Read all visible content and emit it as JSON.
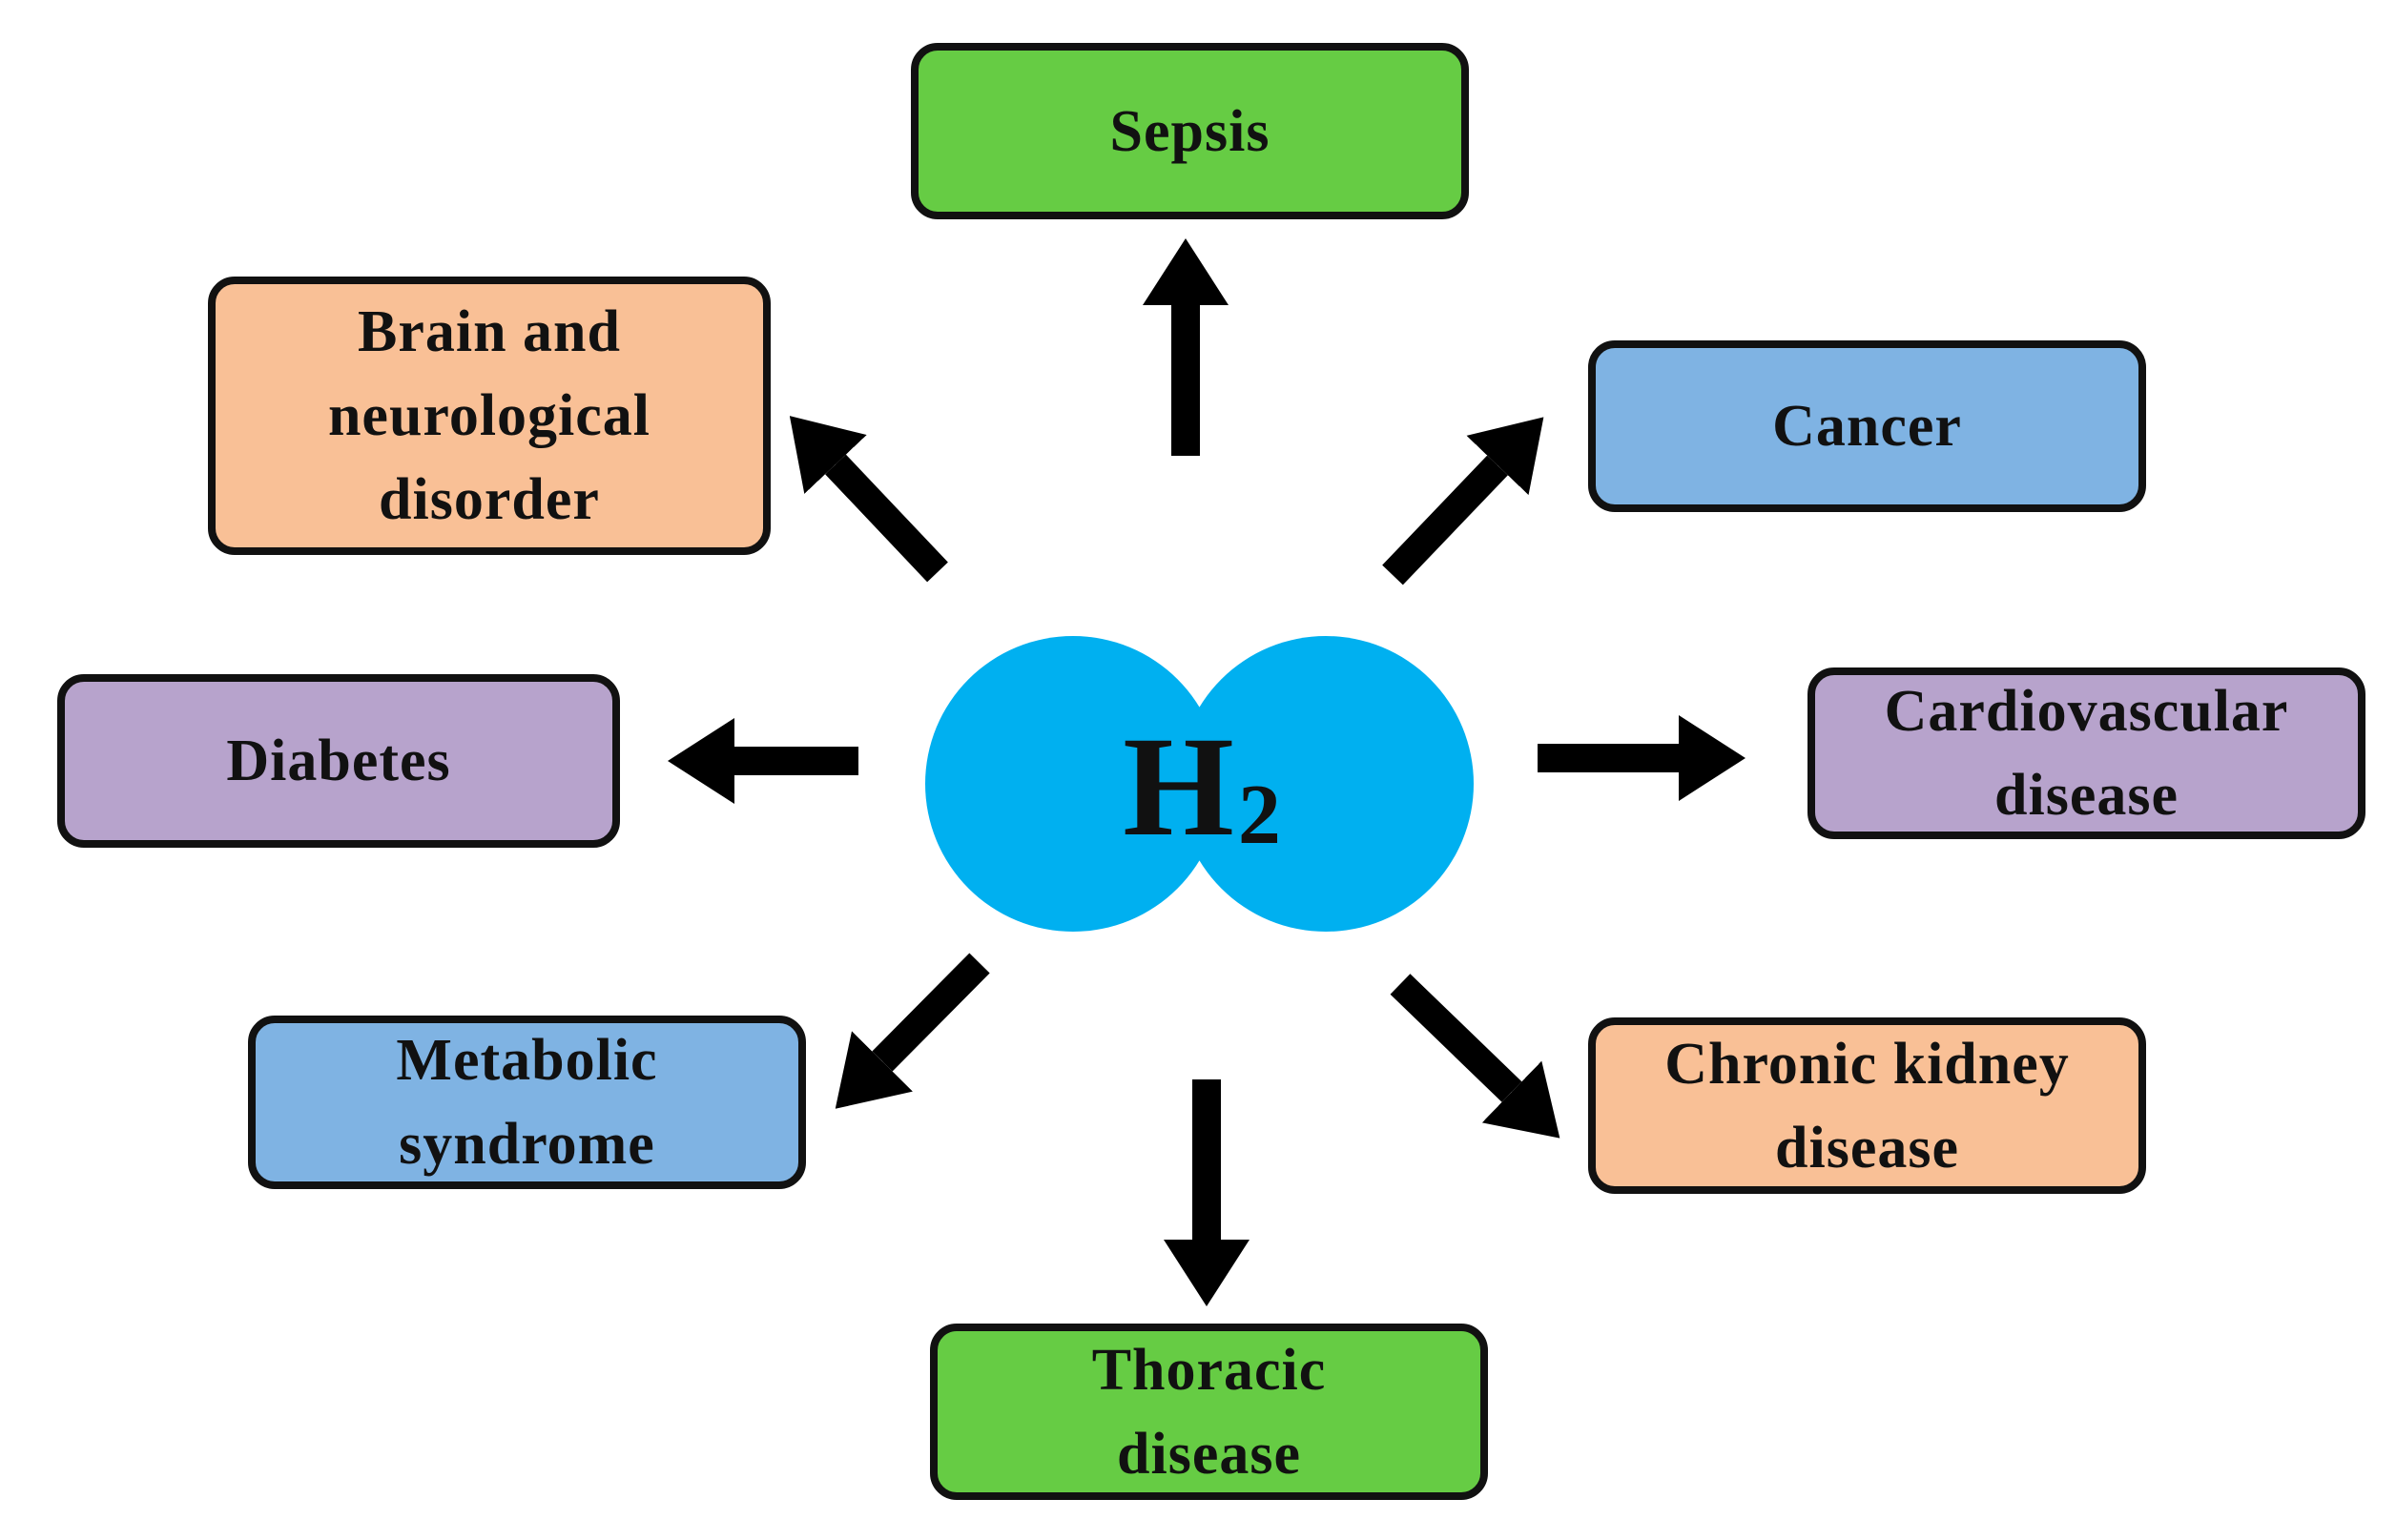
{
  "center": {
    "element": "H",
    "subscript": "2",
    "color": "#00b0f0"
  },
  "colors": {
    "green": "#66cc44",
    "orange": "#f9c096",
    "blue": "#7fb3e3",
    "purple": "#b7a3cc",
    "outline": "#111111",
    "arrow": "#000000"
  },
  "nodes": {
    "sepsis": "Sepsis",
    "cancer": "Cancer",
    "cardiovascular": "Cardiovascular\ndisease",
    "kidney": "Chronic  kidney\ndisease",
    "thoracic": "Thoracic\ndisease",
    "metabolic": "Metabolic\nsyndrome",
    "diabetes": "Diabetes",
    "brain": "Brain  and\nneurological\ndisorder"
  }
}
